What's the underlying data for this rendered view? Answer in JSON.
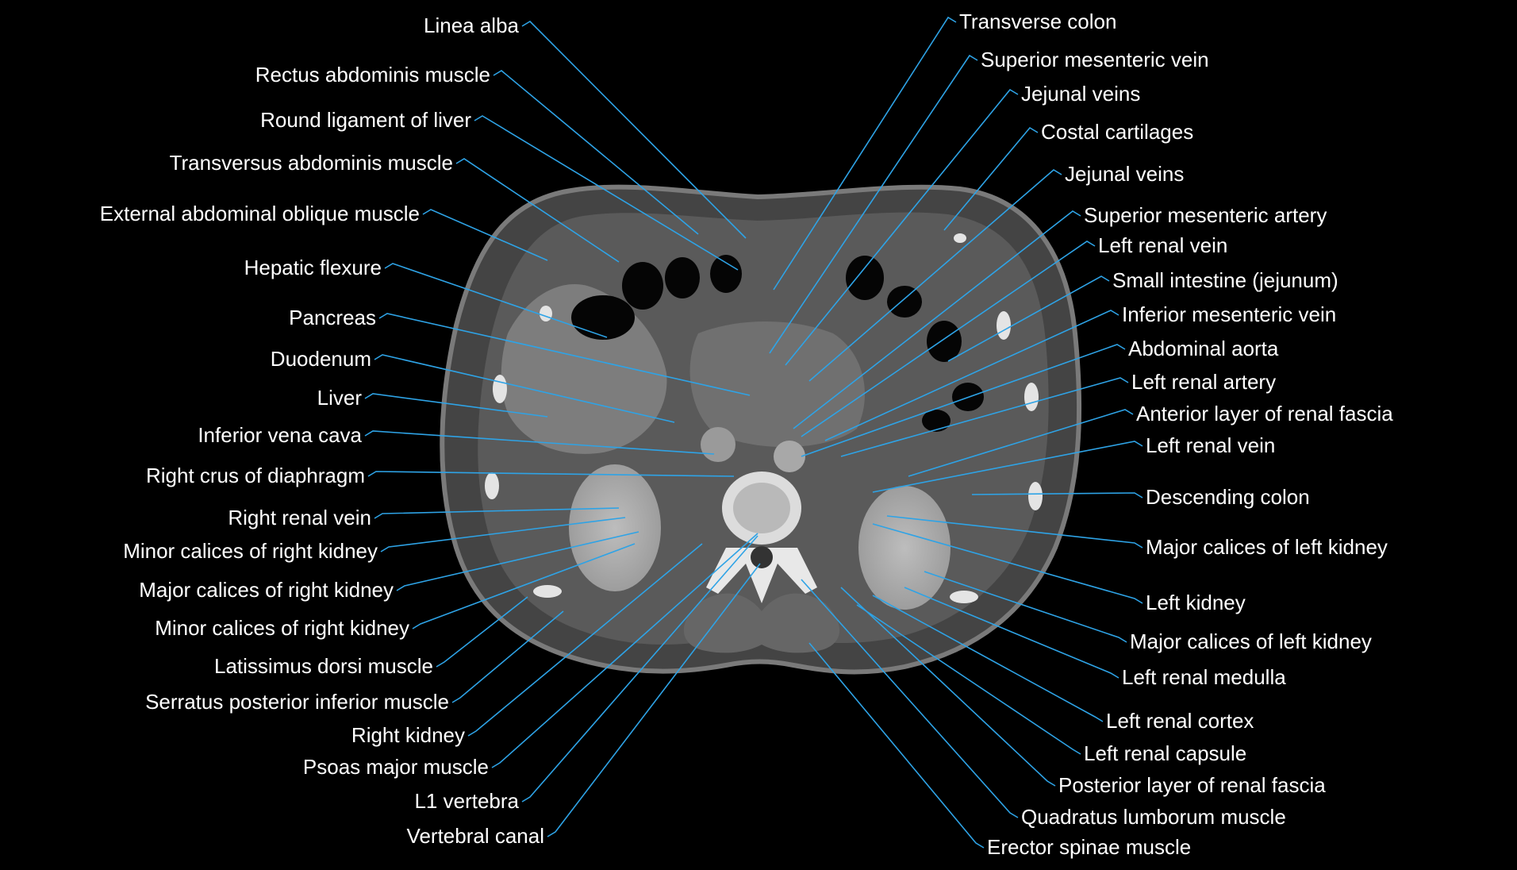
{
  "colors": {
    "background": "#000000",
    "leader_line": "#2ea3e6",
    "label_text": "#ffffff"
  },
  "image": {
    "type": "axial CT scan of the abdomen"
  },
  "labels_left": [
    "Linea alba",
    "Rectus abdominis muscle",
    "Round ligament of liver",
    "Transversus abdominis muscle",
    "External abdominal oblique muscle",
    "Hepatic flexure",
    "Pancreas",
    "Duodenum",
    "Liver",
    "Inferior vena cava",
    "Right crus of diaphragm",
    "Right renal vein",
    "Minor calices of right kidney",
    "Major calices of right kidney",
    "Minor calices of right kidney",
    "Latissimus dorsi muscle",
    "Serratus posterior inferior muscle",
    "Right kidney",
    "Psoas major muscle",
    "L1 vertebra",
    "Vertebral canal"
  ],
  "labels_right": [
    "Transverse colon",
    "Superior mesenteric vein",
    "Jejunal veins",
    "Costal cartilages",
    "Jejunal veins",
    "Superior mesenteric artery",
    "Left renal vein",
    "Small intestine (jejunum)",
    "Inferior mesenteric vein",
    "Abdominal aorta",
    "Left renal artery",
    "Anterior layer of renal fascia",
    "Left renal vein",
    "Descending colon",
    "Major calices of left kidney",
    "Left kidney",
    "Major calices of left kidney",
    "Left renal medulla",
    "Left renal cortex",
    "Left renal capsule",
    "Posterior layer of renal fascia",
    "Quadratus lumborum muscle",
    "Erector spinae muscle"
  ]
}
